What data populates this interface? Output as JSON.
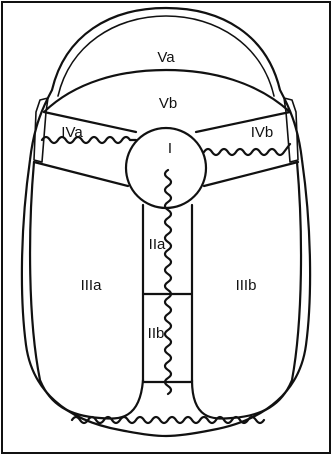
{
  "regions": {
    "va": "Va",
    "vb": "Vb",
    "iva": "IVa",
    "ivb": "IVb",
    "i": "I",
    "iia": "IIa",
    "iib": "IIb",
    "iiia": "IIIa",
    "iiib": "IIIb"
  }
}
